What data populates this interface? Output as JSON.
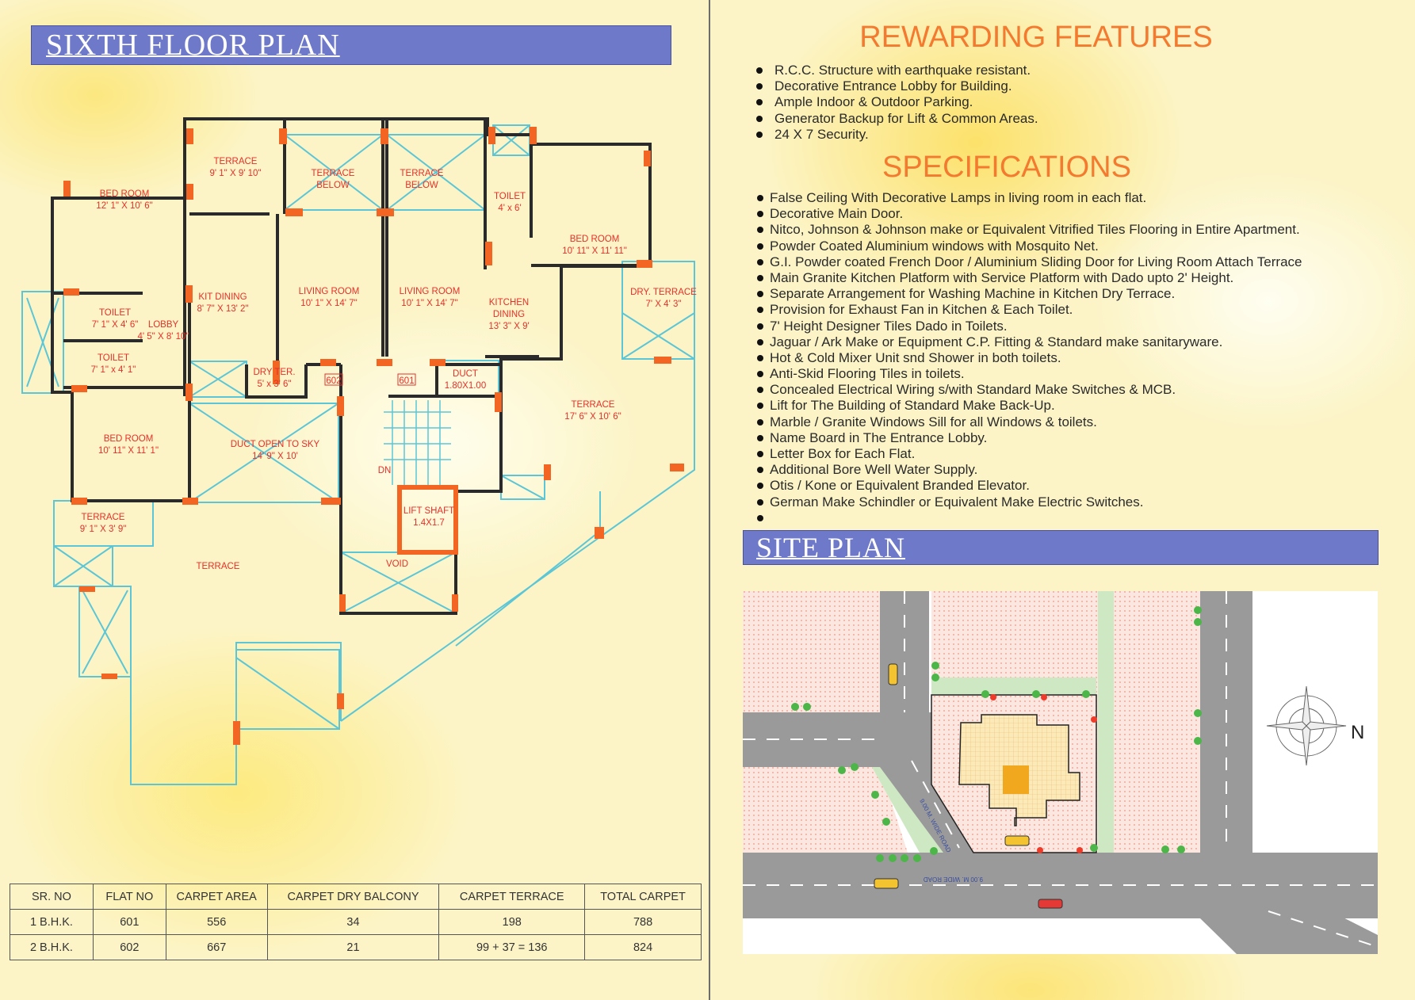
{
  "floor_plan": {
    "title": "SIXTH FLOOR PLAN",
    "labels": {
      "terrace_top": [
        "TERRACE",
        "9' 1\" X 9' 10\""
      ],
      "terrace_below_1": [
        "TERRACE",
        "BELOW"
      ],
      "terrace_below_2": [
        "TERRACE",
        "BELOW"
      ],
      "bedroom_1": [
        "BED ROOM",
        "12' 1\" X 10' 6\""
      ],
      "toilet_right": [
        "TOILET",
        "4' x 6'"
      ],
      "bedroom_right": [
        "BED ROOM",
        "10' 11\" X 11' 11\""
      ],
      "kit_dining": [
        "KIT DINING",
        "8' 7\" X 13' 2\""
      ],
      "living_602": [
        "LIVING ROOM",
        "10' 1\" X 14' 7\""
      ],
      "living_601": [
        "LIVING ROOM",
        "10' 1\" X 14' 7\""
      ],
      "kitchen_dining": [
        "KITCHEN",
        "DINING",
        "13' 3\" X 9'"
      ],
      "dry_terrace": [
        "DRY. TERRACE",
        "7' X 4' 3\""
      ],
      "toilet_1": [
        "TOILET",
        "7' 1\" X 4' 6\""
      ],
      "lobby": [
        "LOBBY",
        "4' 5\" X 8' 10\""
      ],
      "toilet_2": [
        "TOILET",
        "7' 1\" x 4' 1\""
      ],
      "dry_ter": [
        "DRY TER.",
        "5' x 3' 6\""
      ],
      "flat_602": "602",
      "flat_601": "601",
      "duct": [
        "DUCT",
        "1.80X1.00"
      ],
      "terrace_right": [
        "TERRACE",
        "17' 6\" X 10' 6\""
      ],
      "bedroom_2": [
        "BED ROOM",
        "10' 11\" X 11' 1\""
      ],
      "duct_open": [
        "DUCT OPEN TO  SKY",
        "14' 9\" X 10'"
      ],
      "dn": "DN",
      "lift_shaft": [
        "LIFT SHAFT",
        "1.4X1.7"
      ],
      "terrace_small": [
        "TERRACE",
        "9' 1\" X 3' 9\""
      ],
      "terrace_big": "TERRACE",
      "void": "VOID"
    }
  },
  "area_table": {
    "headers": [
      "SR. NO",
      "FLAT NO",
      "CARPET AREA",
      "CARPET DRY BALCONY",
      "CARPET TERRACE",
      "TOTAL CARPET"
    ],
    "rows": [
      [
        "1 B.H.K.",
        "601",
        "556",
        "34",
        "198",
        "788"
      ],
      [
        "2 B.H.K.",
        "602",
        "667",
        "21",
        "99 + 37 = 136",
        "824"
      ]
    ]
  },
  "features": {
    "title": "REWARDING FEATURES",
    "items": [
      "R.C.C. Structure with earthquake resistant.",
      "Decorative Entrance Lobby for Building.",
      "Ample Indoor & Outdoor Parking.",
      "Generator Backup for Lift  & Common Areas.",
      "24 X 7 Security."
    ]
  },
  "specifications": {
    "title": "SPECIFICATIONS",
    "items": [
      "False Ceiling With Decorative Lamps in living room in each flat.",
      "Decorative Main Door.",
      "Nitco, Johnson & Johnson make or Equivalent Vitrified Tiles Flooring in Entire Apartment.",
      "Powder Coated Aluminium windows with Mosquito Net.",
      "G.I. Powder coated French Door / Aluminium Sliding Door for Living Room Attach Terrace",
      "Main Granite Kitchen Platform with Service Platform with Dado upto 2' Height.",
      "Separate Arrangement for Washing Machine in Kitchen Dry Terrace.",
      "Provision for Exhaust Fan in Kitchen &  Each Toilet.",
      "7' Height Designer Tiles Dado in Toilets.",
      "Jaguar / Ark Make or Equipment C.P. Fitting & Standard make sanitaryware.",
      "Hot & Cold Mixer Unit snd Shower in both toilets.",
      "Anti-Skid Flooring Tiles in toilets.",
      "Concealed Electrical Wiring s/with Standard Make Switches & MCB.",
      "Lift for The Building of Standard Make Back-Up.",
      "Marble / Granite Windows Sill for all Windows & toilets.",
      "Name Board in The Entrance Lobby.",
      "Letter Box for Each Flat.",
      " Additional Bore Well Water Supply.",
      "Otis / Kone or Equivalent Branded Elevator.",
      "German Make Schindler or Equivalent Make Electric Switches.",
      ""
    ]
  },
  "site_plan": {
    "title": "SITE PLAN",
    "road_label_diagonal": "9.00 M. WIDE ROAD",
    "road_label_bottom": "9.00 M. WIDE ROAD",
    "compass_north": "N",
    "colors": {
      "road": "#9a9a9a",
      "plot": "#f9e3d9",
      "lawn": "#cfe8c4",
      "building": "#fbe9b8",
      "core": "#f2a81e"
    }
  }
}
